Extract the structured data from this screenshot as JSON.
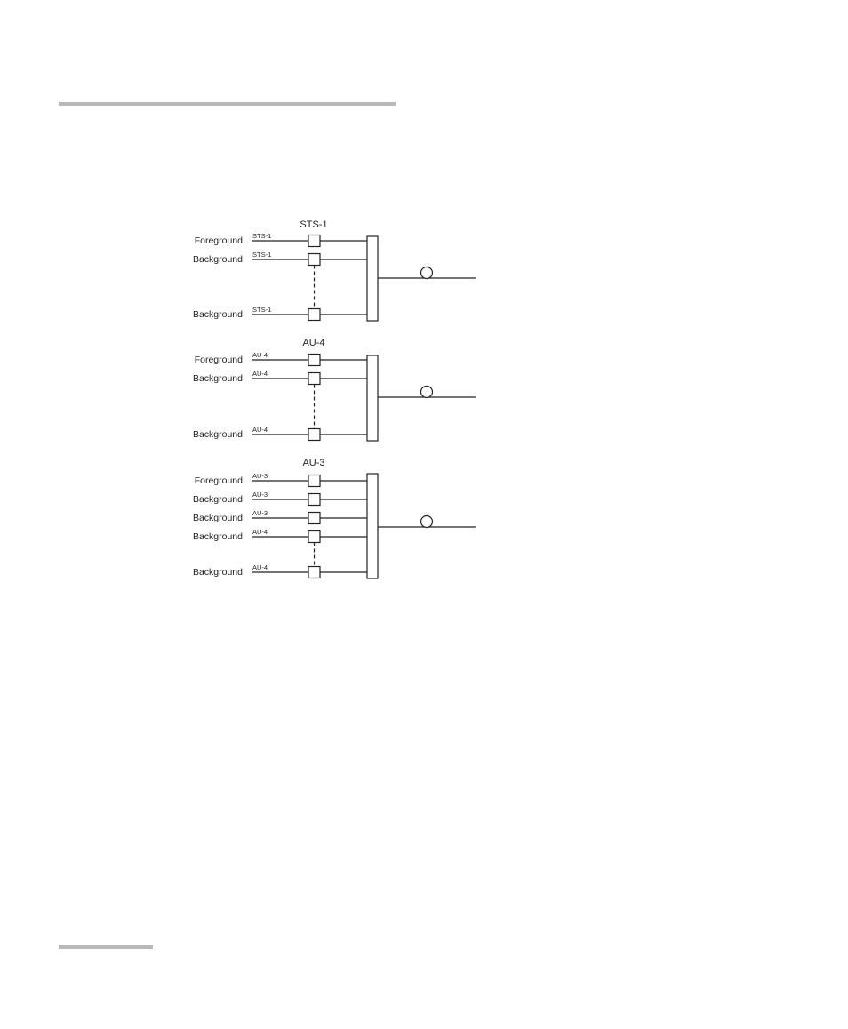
{
  "diagram": {
    "groups": [
      {
        "title": "STS-1",
        "rows": [
          {
            "label": "Foreground",
            "tag": "STS-1"
          },
          {
            "label": "Background",
            "tag": "STS-1"
          },
          {
            "label": "Background",
            "tag": "STS-1"
          }
        ]
      },
      {
        "title": "AU-4",
        "rows": [
          {
            "label": "Foreground",
            "tag": "AU-4"
          },
          {
            "label": "Background",
            "tag": "AU-4"
          },
          {
            "label": "Background",
            "tag": "AU-4"
          }
        ]
      },
      {
        "title": "AU-3",
        "rows": [
          {
            "label": "Foreground",
            "tag": "AU-3"
          },
          {
            "label": "Background",
            "tag": "AU-3"
          },
          {
            "label": "Background",
            "tag": "AU-3"
          },
          {
            "label": "Background",
            "tag": "AU-4"
          },
          {
            "label": "Background",
            "tag": "AU-4"
          }
        ]
      }
    ]
  }
}
